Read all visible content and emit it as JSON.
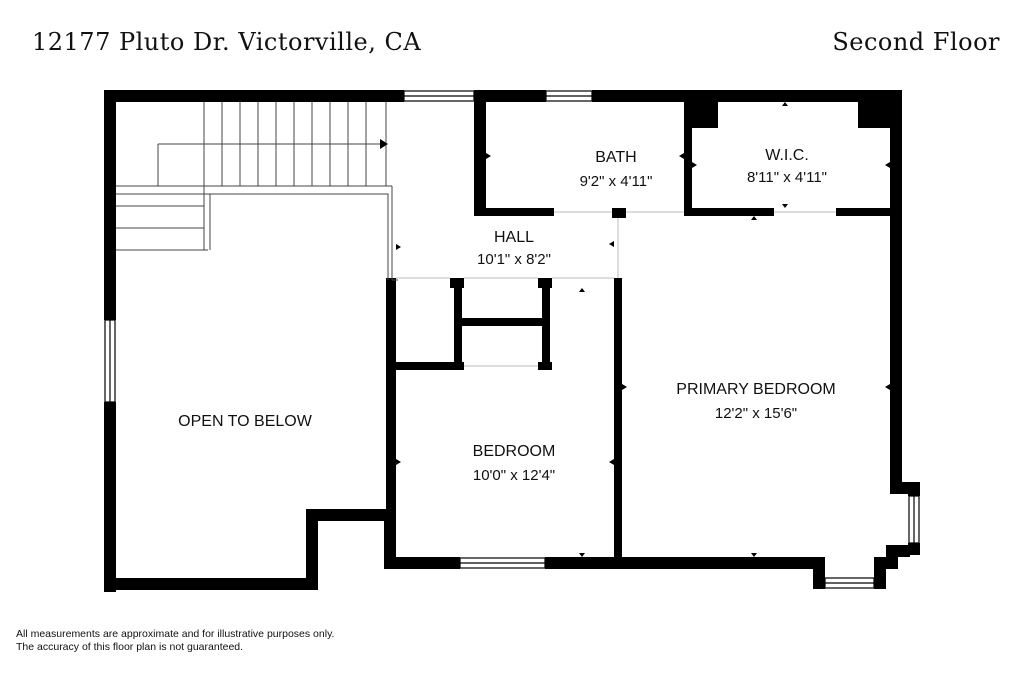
{
  "header": {
    "address": "12177 Pluto Dr. Victorville, CA",
    "floor": "Second Floor"
  },
  "rooms": {
    "bath": {
      "name": "BATH",
      "dims": "9'2\" x 4'11\""
    },
    "wic": {
      "name": "W.I.C.",
      "dims": "8'11\" x 4'11\""
    },
    "hall": {
      "name": "HALL",
      "dims": "10'1\" x 8'2\""
    },
    "primary": {
      "name": "PRIMARY BEDROOM",
      "dims": "12'2\" x 15'6\""
    },
    "bedroom": {
      "name": "BEDROOM",
      "dims": "10'0\" x 12'4\""
    },
    "open": {
      "name": "OPEN TO BELOW"
    }
  },
  "footer": {
    "line1": "All measurements are approximate and for illustrative purposes only.",
    "line2": "The accuracy of this floor plan is not guaranteed."
  },
  "colors": {
    "wall": "#000000",
    "background": "#ffffff",
    "text": "#111111"
  }
}
